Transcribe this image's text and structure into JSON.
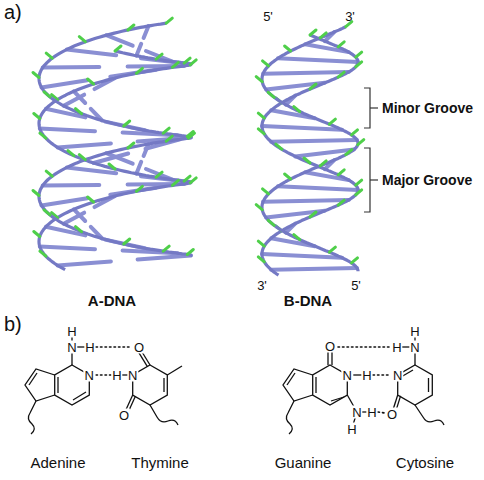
{
  "diagram": {
    "labels": [
      "a)",
      "5'",
      "3'",
      "Minor Groove",
      "Major Groove",
      "3'",
      "5'",
      "A-DNA",
      "B-DNA",
      "b)",
      "H",
      "N",
      "H",
      "O",
      "N",
      "H",
      "N",
      "O",
      "Adenine",
      "Thymine",
      "O",
      "H",
      "N",
      "H",
      "N",
      "H",
      "N",
      "N",
      "H",
      "O",
      "H",
      "Guanine",
      "Cytosine"
    ]
  }
}
